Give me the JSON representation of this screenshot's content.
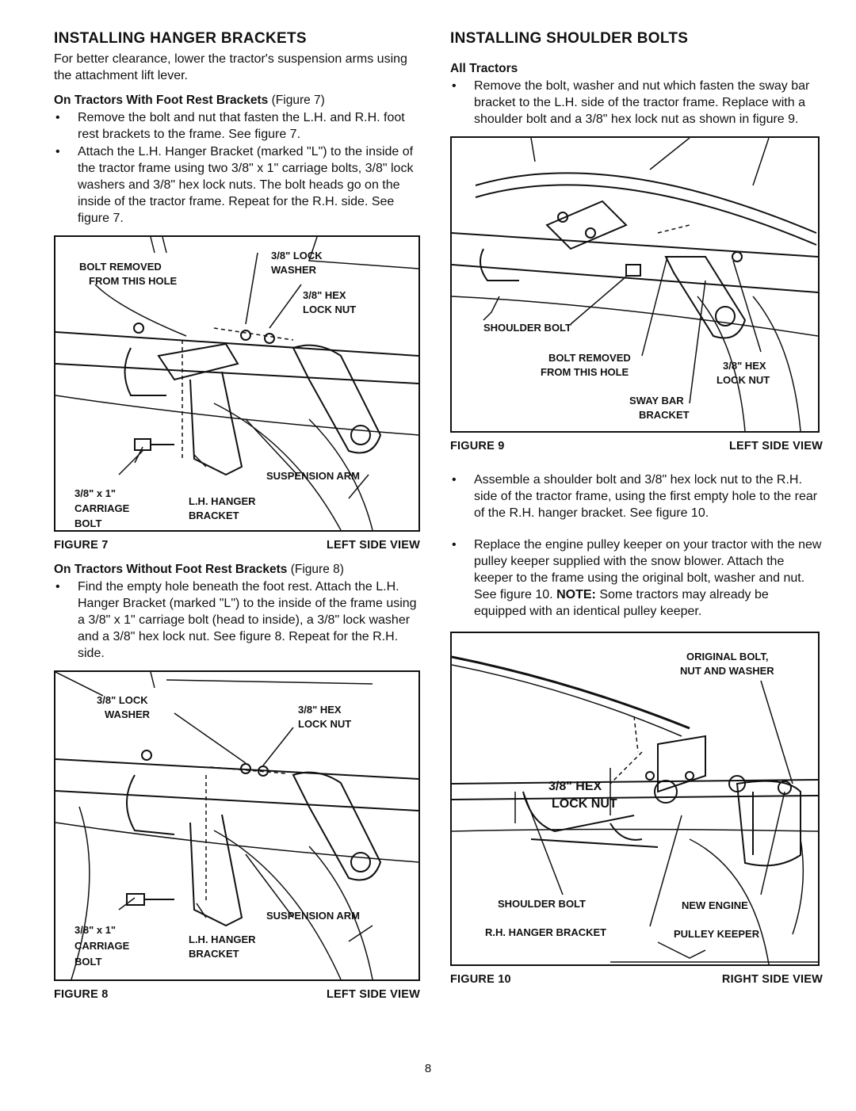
{
  "left": {
    "heading": "INSTALLING HANGER BRACKETS",
    "intro": "For better clearance, lower the tractor's suspension arms using the attachment lift lever.",
    "sub1_bold": "On Tractors With Foot Rest Brackets",
    "sub1_ref": "(Figure 7)",
    "bullets1": [
      "Remove the bolt and nut that fasten the L.H. and R.H. foot rest brackets to the frame. See figure 7.",
      "Attach the L.H. Hanger Bracket (marked \"L\") to the inside of the tractor frame using two 3/8\" x 1\" carriage bolts, 3/8\" lock washers and 3/8\" hex lock nuts. The bolt heads go on the inside of the tractor frame. Repeat for the R.H. side. See figure 7."
    ],
    "fig7": {
      "labels": {
        "bolt_removed": "BOLT REMOVED",
        "from_this_hole": "FROM THIS HOLE",
        "lock": "3/8\" LOCK",
        "washer": "WASHER",
        "hex": "3/8\" HEX",
        "lock_nut": "LOCK NUT",
        "suspension_arm": "SUSPENSION ARM",
        "size": "3/8\" x 1\"",
        "carriage": "CARRIAGE",
        "bolt": "BOLT",
        "lh_hanger": "L.H. HANGER",
        "bracket": "BRACKET"
      },
      "caption_left": "FIGURE 7",
      "caption_right": "LEFT SIDE VIEW"
    },
    "sub2_bold": "On Tractors Without Foot Rest Brackets",
    "sub2_ref": "(Figure 8)",
    "bullets2": [
      "Find the empty hole beneath the foot rest. Attach the L.H. Hanger Bracket (marked \"L\") to the inside of the frame using a 3/8\" x 1\" carriage bolt (head to inside), a 3/8\" lock washer and a 3/8\" hex lock nut. See figure 8. Repeat for the R.H. side."
    ],
    "fig8": {
      "labels": {
        "lock": "3/8\" LOCK",
        "washer": "WASHER",
        "hex": "3/8\" HEX",
        "lock_nut": "LOCK NUT",
        "suspension_arm": "SUSPENSION ARM",
        "size": "3/8\" x 1\"",
        "carriage": "CARRIAGE",
        "bolt": "BOLT",
        "lh_hanger": "L.H. HANGER",
        "bracket": "BRACKET"
      },
      "caption_left": "FIGURE 8",
      "caption_right": "LEFT SIDE VIEW"
    }
  },
  "right": {
    "heading": "INSTALLING SHOULDER BOLTS",
    "sub1_bold": "All Tractors",
    "bullets1": [
      "Remove the bolt, washer and nut which fasten the sway bar bracket to the L.H. side of the tractor frame. Replace with a shoulder bolt and a 3/8\" hex lock nut as shown in figure 9."
    ],
    "fig9": {
      "labels": {
        "shoulder_bolt": "SHOULDER BOLT",
        "bolt_removed": "BOLT REMOVED",
        "from_this_hole": "FROM THIS HOLE",
        "hex": "3/8\" HEX",
        "lock_nut": "LOCK NUT",
        "sway_bar": "SWAY BAR",
        "bracket": "BRACKET"
      },
      "caption_left": "FIGURE 9",
      "caption_right": "LEFT SIDE VIEW"
    },
    "bullets2": [
      "Assemble a shoulder bolt and 3/8\" hex lock nut to the R.H. side of the tractor frame, using the first empty hole to the rear of the R.H. hanger bracket. See figure 10."
    ],
    "bullet3_text": "Replace the engine pulley keeper on your tractor with the new pulley keeper supplied with the snow blower. Attach the keeper to the frame using the original bolt, washer and nut. See figure 10.",
    "bullet3_note_label": "NOTE:",
    "bullet3_note_text": "Some tractors may already be equipped with an identical pulley keeper.",
    "fig10": {
      "labels": {
        "original_bolt": "ORIGINAL BOLT,",
        "nut_and_washer": "NUT AND WASHER",
        "hex": "3/8\" HEX",
        "lock_nut": "LOCK NUT",
        "shoulder_bolt": "SHOULDER BOLT",
        "rh_hanger": "R.H. HANGER BRACKET",
        "new_engine": "NEW ENGINE",
        "pulley_keeper": "PULLEY KEEPER"
      },
      "caption_left": "FIGURE 10",
      "caption_right": "RIGHT SIDE VIEW"
    }
  },
  "page_number": "8"
}
